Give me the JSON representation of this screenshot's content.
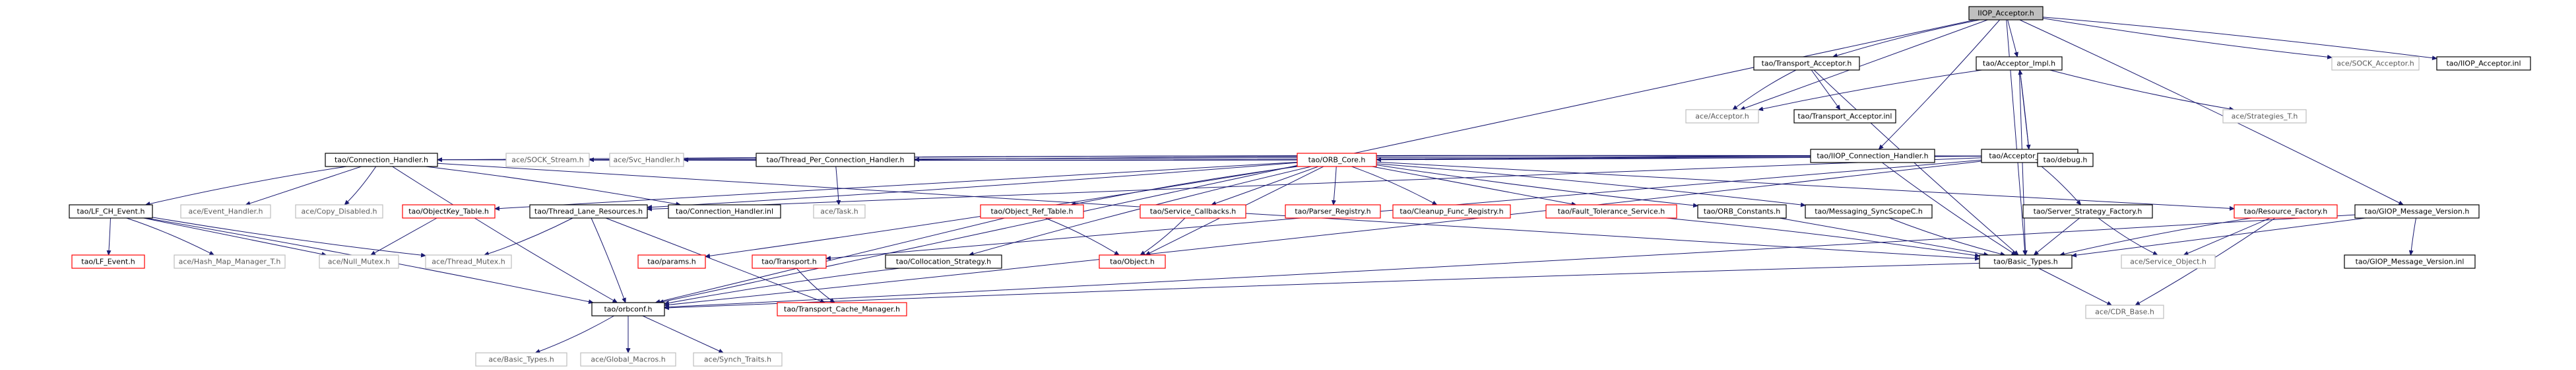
{
  "colors": {
    "edge": "#191970",
    "node_border_black": "#000000",
    "node_border_red": "#ff0000",
    "node_border_gray": "#bfbfbf",
    "root_fill": "#bfbfbf",
    "text_normal": "#000000",
    "text_gray": "#595959"
  },
  "nodes": [
    {
      "id": "root",
      "label": "IIOP_Acceptor.h",
      "style": "root"
    },
    {
      "id": "trans_acc_h",
      "label": "tao/Transport_Acceptor.h",
      "style": "black"
    },
    {
      "id": "acc_impl_h",
      "label": "tao/Acceptor_Impl.h",
      "style": "black"
    },
    {
      "id": "sock_acc",
      "label": "ace/SOCK_Acceptor.h",
      "style": "gray"
    },
    {
      "id": "iiop_acc_inl",
      "label": "tao/IIOP_Acceptor.inl",
      "style": "black"
    },
    {
      "id": "ace_acceptor",
      "label": "ace/Acceptor.h",
      "style": "gray"
    },
    {
      "id": "trans_acc_inl",
      "label": "tao/Transport_Acceptor.inl",
      "style": "black"
    },
    {
      "id": "strategies_t",
      "label": "ace/Strategies_T.h",
      "style": "gray"
    },
    {
      "id": "iiop_conn_h",
      "label": "tao/IIOP_Connection_Handler.h",
      "style": "black"
    },
    {
      "id": "acc_impl_cpp",
      "label": "tao/Acceptor_Impl.cpp",
      "style": "black"
    },
    {
      "id": "conn_handler_h",
      "label": "tao/Connection_Handler.h",
      "style": "black"
    },
    {
      "id": "sock_stream",
      "label": "ace/SOCK_Stream.h",
      "style": "gray"
    },
    {
      "id": "svc_handler",
      "label": "ace/Svc_Handler.h",
      "style": "gray"
    },
    {
      "id": "thread_per_conn",
      "label": "tao/Thread_Per_Connection_Handler.h",
      "style": "black"
    },
    {
      "id": "orb_core",
      "label": "tao/ORB_Core.h",
      "style": "red"
    },
    {
      "id": "debug_h",
      "label": "tao/debug.h",
      "style": "black"
    },
    {
      "id": "lf_ch_event",
      "label": "tao/LF_CH_Event.h",
      "style": "black"
    },
    {
      "id": "event_handler",
      "label": "ace/Event_Handler.h",
      "style": "gray"
    },
    {
      "id": "copy_disabled",
      "label": "ace/Copy_Disabled.h",
      "style": "gray"
    },
    {
      "id": "objectkey_table",
      "label": "tao/ObjectKey_Table.h",
      "style": "red"
    },
    {
      "id": "thread_lane",
      "label": "tao/Thread_Lane_Resources.h",
      "style": "black"
    },
    {
      "id": "conn_handler_inl",
      "label": "tao/Connection_Handler.inl",
      "style": "black"
    },
    {
      "id": "task_h",
      "label": "ace/Task.h",
      "style": "gray"
    },
    {
      "id": "object_ref_table",
      "label": "tao/Object_Ref_Table.h",
      "style": "red"
    },
    {
      "id": "service_callbacks",
      "label": "tao/Service_Callbacks.h",
      "style": "red"
    },
    {
      "id": "parser_registry",
      "label": "tao/Parser_Registry.h",
      "style": "red"
    },
    {
      "id": "cleanup_func",
      "label": "tao/Cleanup_Func_Registry.h",
      "style": "red"
    },
    {
      "id": "fault_tolerance",
      "label": "tao/Fault_Tolerance_Service.h",
      "style": "red"
    },
    {
      "id": "orb_constants",
      "label": "tao/ORB_Constants.h",
      "style": "black"
    },
    {
      "id": "messaging_sync",
      "label": "tao/Messaging_SyncScopeC.h",
      "style": "black"
    },
    {
      "id": "server_strategy",
      "label": "tao/Server_Strategy_Factory.h",
      "style": "black"
    },
    {
      "id": "resource_factory",
      "label": "tao/Resource_Factory.h",
      "style": "red"
    },
    {
      "id": "giop_msg_ver_h",
      "label": "tao/GIOP_Message_Version.h",
      "style": "black"
    },
    {
      "id": "lf_event",
      "label": "tao/LF_Event.h",
      "style": "red"
    },
    {
      "id": "hash_map",
      "label": "ace/Hash_Map_Manager_T.h",
      "style": "gray"
    },
    {
      "id": "null_mutex",
      "label": "ace/Null_Mutex.h",
      "style": "gray"
    },
    {
      "id": "thread_mutex",
      "label": "ace/Thread_Mutex.h",
      "style": "gray"
    },
    {
      "id": "params_h",
      "label": "tao/params.h",
      "style": "red"
    },
    {
      "id": "transport_h",
      "label": "tao/Transport.h",
      "style": "red"
    },
    {
      "id": "collocation",
      "label": "tao/Collocation_Strategy.h",
      "style": "black"
    },
    {
      "id": "object_h",
      "label": "tao/Object.h",
      "style": "red"
    },
    {
      "id": "basic_types_tao",
      "label": "tao/Basic_Types.h",
      "style": "black"
    },
    {
      "id": "service_object",
      "label": "ace/Service_Object.h",
      "style": "gray"
    },
    {
      "id": "giop_msg_ver_inl",
      "label": "tao/GIOP_Message_Version.inl",
      "style": "black"
    },
    {
      "id": "orbconf",
      "label": "tao/orbconf.h",
      "style": "black"
    },
    {
      "id": "transport_cache",
      "label": "tao/Transport_Cache_Manager.h",
      "style": "red"
    },
    {
      "id": "cdr_base",
      "label": "ace/CDR_Base.h",
      "style": "gray"
    },
    {
      "id": "basic_types_ace",
      "label": "ace/Basic_Types.h",
      "style": "gray"
    },
    {
      "id": "global_macros",
      "label": "ace/Global_Macros.h",
      "style": "gray"
    },
    {
      "id": "synch_traits",
      "label": "ace/Synch_Traits.h",
      "style": "gray"
    }
  ],
  "edges": [
    [
      "root",
      "trans_acc_h"
    ],
    [
      "root",
      "acc_impl_h"
    ],
    [
      "root",
      "sock_acc"
    ],
    [
      "root",
      "iiop_acc_inl"
    ],
    [
      "root",
      "ace_acceptor"
    ],
    [
      "root",
      "iiop_conn_h"
    ],
    [
      "root",
      "giop_msg_ver_h"
    ],
    [
      "root",
      "orbconf"
    ],
    [
      "root",
      "basic_types_tao"
    ],
    [
      "trans_acc_h",
      "ace_acceptor"
    ],
    [
      "trans_acc_h",
      "trans_acc_inl"
    ],
    [
      "trans_acc_h",
      "basic_types_tao"
    ],
    [
      "acc_impl_h",
      "acc_impl_cpp"
    ],
    [
      "acc_impl_cpp",
      "acc_impl_h"
    ],
    [
      "acc_impl_h",
      "strategies_t"
    ],
    [
      "acc_impl_h",
      "ace_acceptor"
    ],
    [
      "acc_impl_h",
      "basic_types_tao"
    ],
    [
      "iiop_conn_h",
      "conn_handler_h"
    ],
    [
      "iiop_conn_h",
      "sock_stream"
    ],
    [
      "iiop_conn_h",
      "svc_handler"
    ],
    [
      "iiop_conn_h",
      "basic_types_tao"
    ],
    [
      "acc_impl_cpp",
      "thread_per_conn"
    ],
    [
      "acc_impl_cpp",
      "orb_core"
    ],
    [
      "acc_impl_cpp",
      "debug_h"
    ],
    [
      "acc_impl_cpp",
      "server_strategy"
    ],
    [
      "acc_impl_cpp",
      "thread_lane"
    ],
    [
      "acc_impl_cpp",
      "svc_handler"
    ],
    [
      "acc_impl_cpp",
      "conn_handler_h"
    ],
    [
      "acc_impl_cpp",
      "transport_h"
    ],
    [
      "acc_impl_cpp",
      "orbconf"
    ],
    [
      "conn_handler_h",
      "lf_ch_event"
    ],
    [
      "conn_handler_h",
      "event_handler"
    ],
    [
      "conn_handler_h",
      "copy_disabled"
    ],
    [
      "conn_handler_h",
      "conn_handler_inl"
    ],
    [
      "conn_handler_h",
      "basic_types_tao"
    ],
    [
      "conn_handler_h",
      "orbconf"
    ],
    [
      "thread_per_conn",
      "task_h"
    ],
    [
      "orb_core",
      "objectkey_table"
    ],
    [
      "orb_core",
      "thread_lane"
    ],
    [
      "orb_core",
      "object_ref_table"
    ],
    [
      "orb_core",
      "service_callbacks"
    ],
    [
      "orb_core",
      "parser_registry"
    ],
    [
      "orb_core",
      "cleanup_func"
    ],
    [
      "orb_core",
      "fault_tolerance"
    ],
    [
      "orb_core",
      "orb_constants"
    ],
    [
      "orb_core",
      "messaging_sync"
    ],
    [
      "orb_core",
      "resource_factory"
    ],
    [
      "orb_core",
      "params_h"
    ],
    [
      "orb_core",
      "collocation"
    ],
    [
      "orb_core",
      "object_h"
    ],
    [
      "lf_ch_event",
      "lf_event"
    ],
    [
      "lf_ch_event",
      "hash_map"
    ],
    [
      "lf_ch_event",
      "null_mutex"
    ],
    [
      "lf_ch_event",
      "thread_mutex"
    ],
    [
      "lf_ch_event",
      "orbconf"
    ],
    [
      "objectkey_table",
      "null_mutex"
    ],
    [
      "thread_lane",
      "thread_mutex"
    ],
    [
      "thread_lane",
      "orbconf"
    ],
    [
      "thread_lane",
      "transport_cache"
    ],
    [
      "transport_h",
      "transport_cache"
    ],
    [
      "object_ref_table",
      "object_h"
    ],
    [
      "object_ref_table",
      "orbconf"
    ],
    [
      "service_callbacks",
      "object_h"
    ],
    [
      "fault_tolerance",
      "basic_types_tao"
    ],
    [
      "orb_constants",
      "basic_types_tao"
    ],
    [
      "messaging_sync",
      "basic_types_tao"
    ],
    [
      "collocation",
      "orbconf"
    ],
    [
      "server_strategy",
      "basic_types_tao"
    ],
    [
      "server_strategy",
      "service_object"
    ],
    [
      "resource_factory",
      "basic_types_tao"
    ],
    [
      "resource_factory",
      "service_object"
    ],
    [
      "resource_factory",
      "cdr_base"
    ],
    [
      "giop_msg_ver_h",
      "giop_msg_ver_inl"
    ],
    [
      "giop_msg_ver_h",
      "basic_types_tao"
    ],
    [
      "giop_msg_ver_h",
      "orbconf"
    ],
    [
      "basic_types_tao",
      "orbconf"
    ],
    [
      "basic_types_tao",
      "cdr_base"
    ],
    [
      "orbconf",
      "basic_types_ace"
    ],
    [
      "orbconf",
      "global_macros"
    ],
    [
      "orbconf",
      "synch_traits"
    ]
  ]
}
